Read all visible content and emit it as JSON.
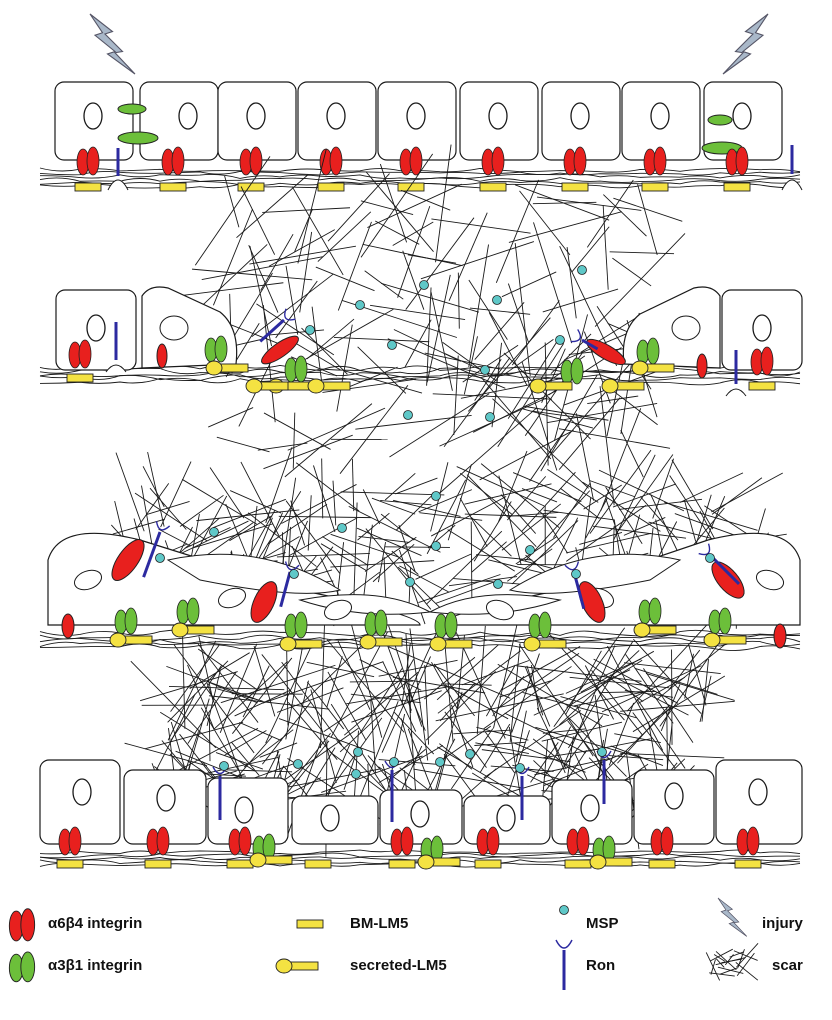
{
  "colors": {
    "a6b4": "#e8201e",
    "a3b1": "#6cbf3a",
    "lm5": "#f4e242",
    "msp": "#5fc8c8",
    "ron": "#2c2aa0",
    "injury": "#a9b8c9",
    "line": "#1a1a1a"
  },
  "icons": [
    "lightning-bolt-icon",
    "scar-fibers-icon",
    "integrin-icon",
    "laminin-icon",
    "msp-icon",
    "ron-receptor-icon"
  ],
  "legend": {
    "a6b4": "α6β4 integrin",
    "a3b1": "α3β1 integrin",
    "bm_lm5": "BM-LM5",
    "secreted_lm5": "secreted-LM5",
    "msp": "MSP",
    "ron": "Ron",
    "injury": "injury",
    "scar": "scar"
  }
}
